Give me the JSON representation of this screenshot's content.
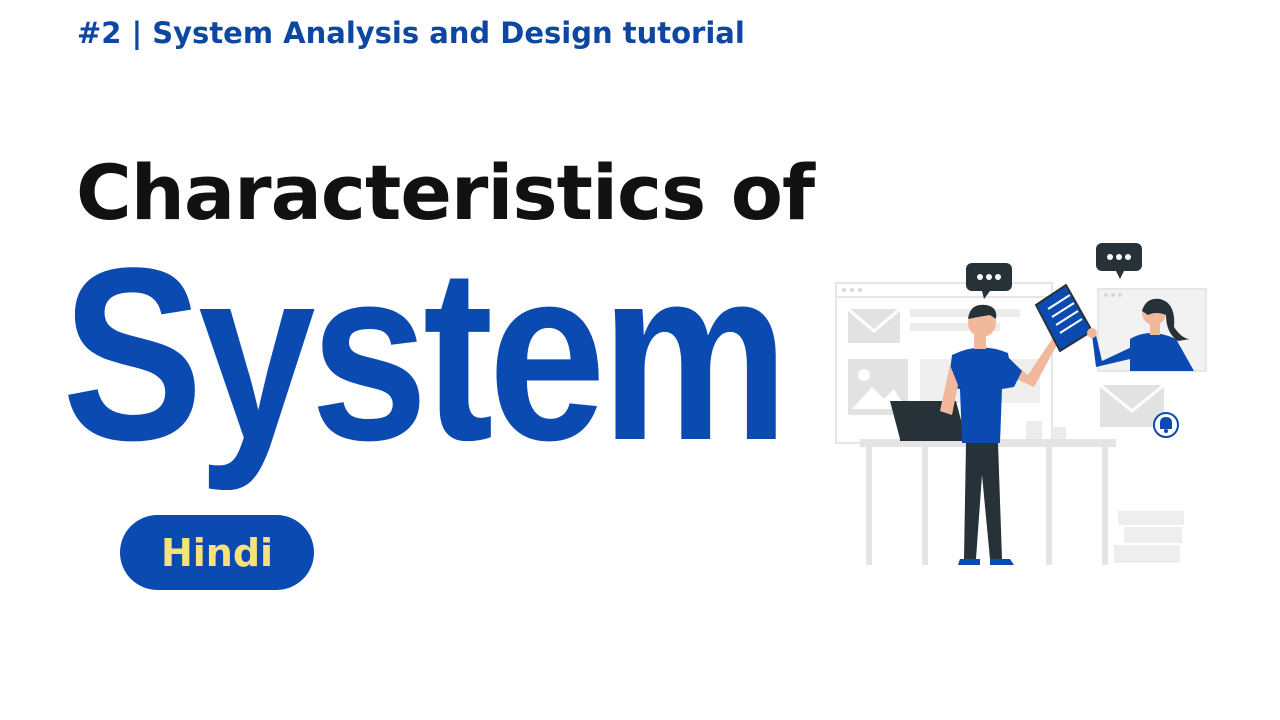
{
  "header": {
    "series_title": "#2 | System Analysis and Design tutorial"
  },
  "main": {
    "headline": "Characteristics of",
    "big_word": "System",
    "language_badge": "Hindi"
  },
  "colors": {
    "brand_blue": "#0b4ab0",
    "title_blue": "#0d47a1",
    "badge_text": "#f6e27a",
    "headline_text": "#111111"
  },
  "illustration": {
    "icons": [
      "chat-bubble-icon",
      "document-icon",
      "envelope-icon",
      "image-icon",
      "bell-icon",
      "laptop-icon"
    ]
  }
}
